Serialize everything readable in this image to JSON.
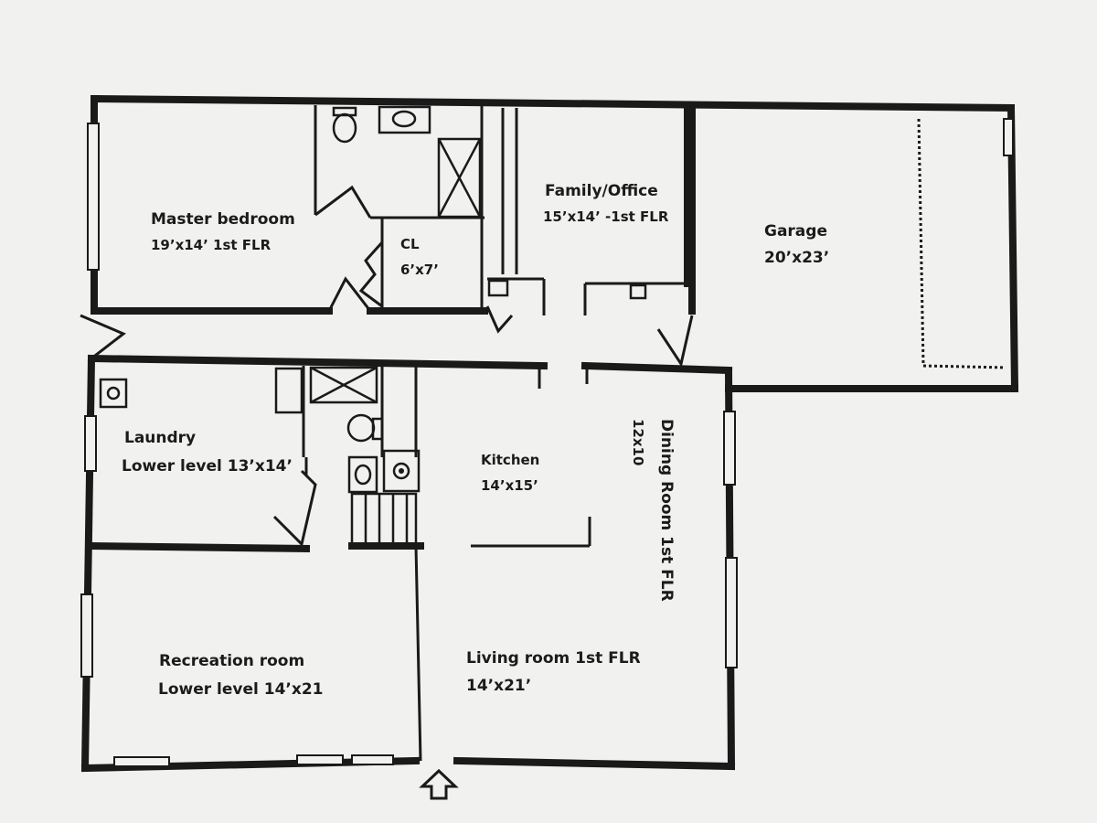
{
  "rooms": {
    "master_bedroom": {
      "name": "Master bedroom",
      "size": "19’x14’ 1st FLR"
    },
    "closet": {
      "name": "CL",
      "size": "6’x7’"
    },
    "family_office": {
      "name": "Family/Office",
      "size": "15’x14’ -1st FLR"
    },
    "garage": {
      "name": "Garage",
      "size": "20’x23’"
    },
    "laundry": {
      "name": "Laundry",
      "size": "Lower level 13’x14’"
    },
    "kitchen": {
      "name": "Kitchen",
      "size": "14’x15’"
    },
    "dining_room": {
      "name": "Dining Room 1st FLR",
      "size": "12x10"
    },
    "recreation_room": {
      "name": "Recreation room",
      "size": "Lower level 14’x21"
    },
    "living_room": {
      "name": "Living room 1st FLR",
      "size": "14’x21’"
    }
  },
  "icons": {
    "entry": "entry-arrow-icon",
    "toilet": "toilet-icon",
    "sink": "sink-icon",
    "stove": "stove-icon",
    "stairs": "stairs-icon"
  }
}
